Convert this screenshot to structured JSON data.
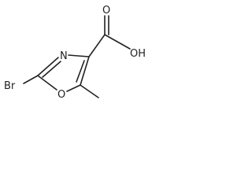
{
  "molecule": {
    "labels": {
      "bromine": "Br",
      "ring_nitrogen": "N",
      "ring_oxygen": "O",
      "carbonyl_oxygen": "O",
      "hydroxyl": "OH"
    }
  }
}
